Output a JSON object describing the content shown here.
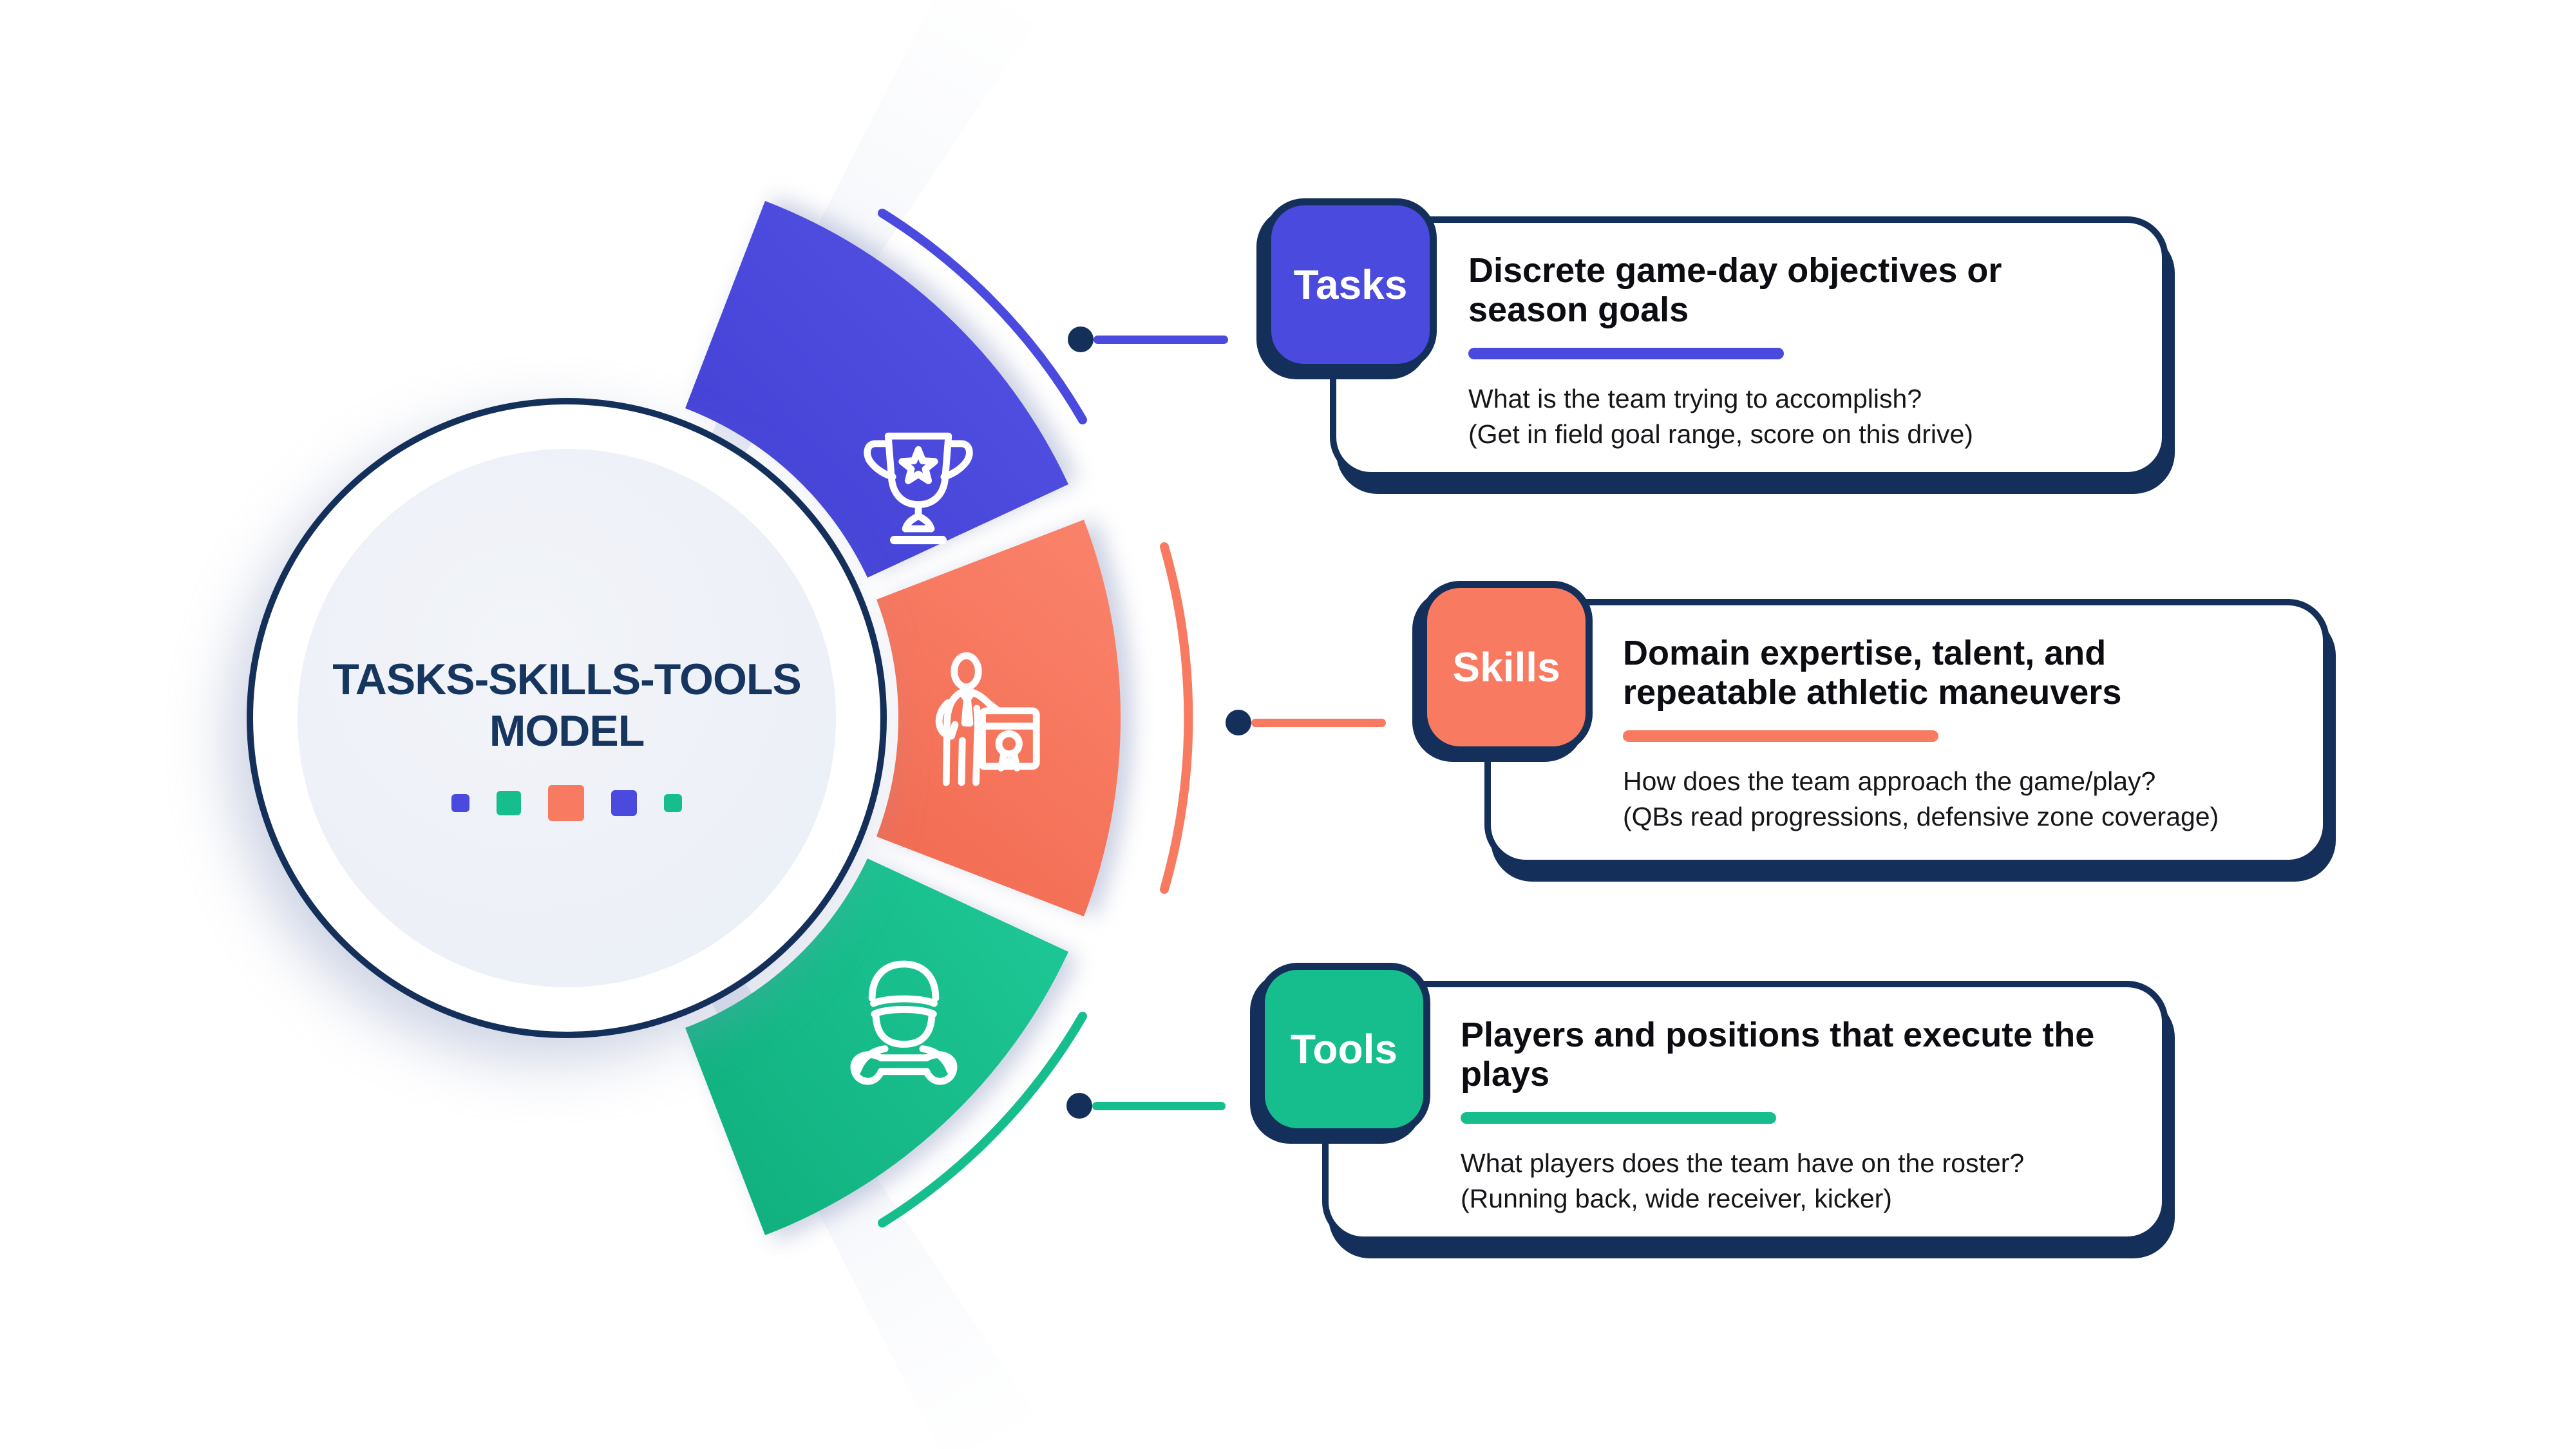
{
  "center": {
    "title_line1": "TASKS-SKILLS-TOOLS",
    "title_line2": "MODEL",
    "squares": [
      {
        "color": "#4B4ADF"
      },
      {
        "color": "#16BE8D"
      },
      {
        "color": "#F87A60"
      },
      {
        "color": "#4B4ADF"
      },
      {
        "color": "#16BE8D"
      }
    ]
  },
  "cards": [
    {
      "id": "tasks",
      "badge_label": "Tasks",
      "accent": "#4B4ADF",
      "icon": "trophy-icon",
      "title": "Discrete game-day objectives or season goals",
      "body_line1": "What is the team trying to accomplish?",
      "body_line2": "(Get in field goal range, score on this drive)"
    },
    {
      "id": "skills",
      "badge_label": "Skills",
      "accent": "#F87A60",
      "icon": "presenter-icon",
      "title": "Domain expertise, talent, and repeatable athletic maneuvers",
      "body_line1": "How does the team approach the game/play?",
      "body_line2": "(QBs read progressions, defensive zone coverage)"
    },
    {
      "id": "tools",
      "badge_label": "Tools",
      "accent": "#16BE8D",
      "icon": "mechanic-icon",
      "title": "Players and positions that execute the plays",
      "body_line1": "What players does the team have on the roster?",
      "body_line2": "(Running back, wide receiver, kicker)"
    }
  ],
  "colors": {
    "navy": "#14305A",
    "blue": "#4B4ADF",
    "orange": "#F87A60",
    "green": "#16BE8D",
    "circle_inner": "#EDF0F7",
    "center_title": "#16365F",
    "card_bg": "#FFFFFF"
  }
}
